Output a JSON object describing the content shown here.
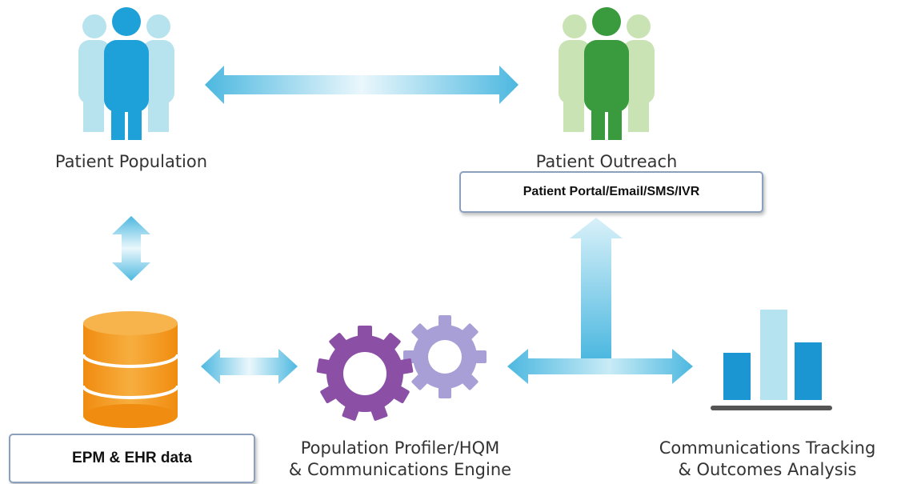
{
  "nodes": {
    "patient_population": {
      "label": "Patient Population"
    },
    "patient_outreach": {
      "label": "Patient Outreach",
      "channels": "Patient Portal/Email/SMS/IVR"
    },
    "data_store": {
      "label": "EPM & EHR data"
    },
    "engine": {
      "line1": "Population Profiler/HQM",
      "line2": "& Communications Engine"
    },
    "tracking": {
      "line1": "Communications Tracking",
      "line2": "& Outcomes Analysis"
    }
  },
  "colors": {
    "population_people": "#1ea0d8",
    "outreach_people": "#3a9b3e",
    "database": "#f39a1e",
    "gear_main": "#8b4fa6",
    "gear_secondary": "#a79fd6",
    "arrow": "#5bbfe2",
    "bar_dark": "#1b96d3",
    "bar_light": "#b5e3ef"
  },
  "icons": [
    "people-group-icon",
    "database-icon",
    "gears-icon",
    "bar-chart-icon"
  ]
}
